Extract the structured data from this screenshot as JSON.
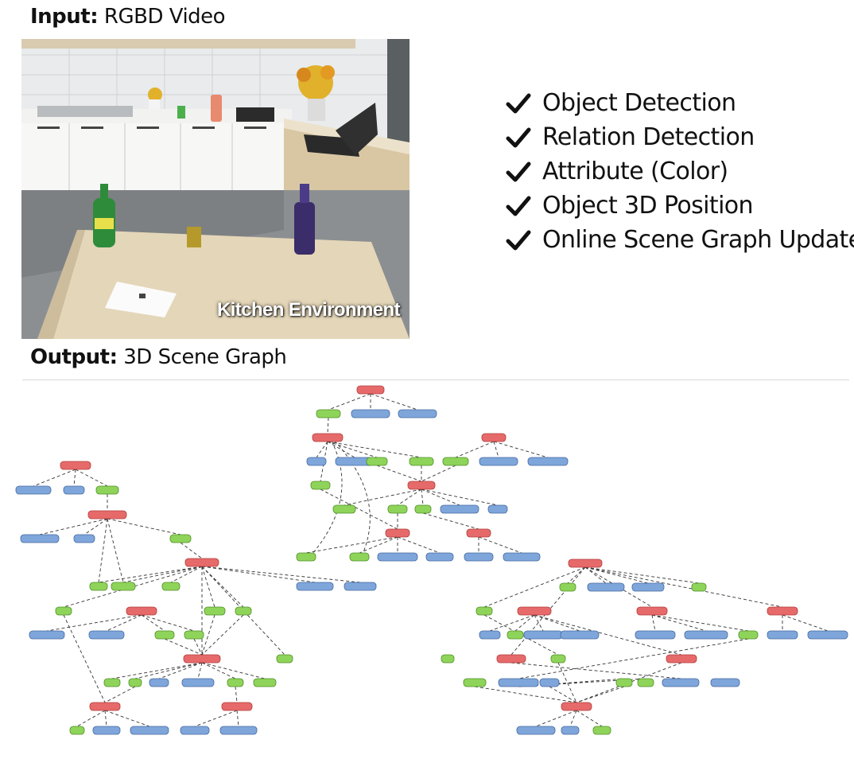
{
  "input_heading": {
    "bold": "Input:",
    "text": " RGBD Video"
  },
  "output_heading": {
    "bold": "Output:",
    "text": " 3D Scene Graph"
  },
  "photo": {
    "caption": "Kitchen Environment"
  },
  "checklist": [
    "Object Detection",
    "Relation Detection",
    "Attribute (Color)",
    "Object 3D Position",
    "Online Scene Graph Update"
  ],
  "colors": {
    "object_node": "#e76a6a",
    "relation_node": "#8fd45a",
    "attribute_node": "#7fa6db",
    "check_mark": "#111111"
  },
  "icons": {
    "check": "check-mark-icon"
  }
}
